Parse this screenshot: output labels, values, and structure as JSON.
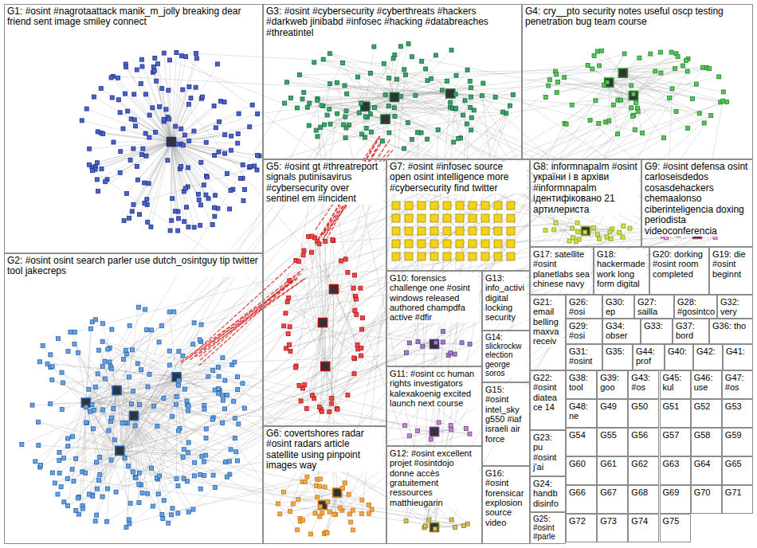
{
  "diagram": {
    "nodes": [
      {
        "text": [
          "G1: #osint #nagrotaattack manik_m_jolly breaking dear friend sent image smiley connect"
        ]
      },
      {
        "text": [
          "G2: #osint osint search parler use dutch_osintguy tip twitter tool jakecreps"
        ]
      },
      {
        "text": [
          "G3: #osint #cybersecurity #cyberthreats #hackers #darkweb jinibabd #infosec #hacking #databreaches #threatintel"
        ]
      },
      {
        "text": [
          "G4: cry__pto security notes useful oscp testing penetration bug team course"
        ]
      },
      {
        "text": [
          "G5: #osint gt #threatreport signals putinisavirus #cybersecurity over sentinel em #incident"
        ]
      },
      {
        "text": [
          "G6: covertshores radar #osint radars article satellite using pinpoint images way"
        ]
      },
      {
        "text": [
          "G7: #osint #infosec source open osint intelligence more #cybersecurity find twitter"
        ]
      },
      {
        "text": [
          "G8: informnapalm #osint україни і в архіви #informnapalm ідентифіковано 21 артилериста"
        ]
      },
      {
        "text": [
          "G9: #osint defensa osint carloseisdedos cosasdehackers chemaalonso ciberinteligencia doxing periodista videoconferencia"
        ]
      },
      {
        "text": [
          "G10: forensics challenge one #osint windows released authored champdfa active #dfir"
        ]
      },
      {
        "text": [
          "G11: #osint cc human rights investigators kalexakoenig excited launch next course"
        ]
      },
      {
        "text": [
          "G12: #osint excellent projet #osintdojo donne accès gratuitement ressources matthieugarin"
        ]
      },
      {
        "text": [
          "G13: info_activi digital locking security"
        ]
      },
      {
        "text": [
          "G14: slickrockw election george soros"
        ]
      },
      {
        "text": [
          "G15: #osint intel_sky g550 #iaf israeli air force"
        ]
      },
      {
        "text": [
          "G16: #osint forensicar explosion source video"
        ]
      },
      {
        "text": [
          "G17: satellite #osint planetlabs sea chinese navy"
        ]
      },
      {
        "text": [
          "G18: hackermade work long form digital"
        ]
      },
      {
        "text": [
          "G19: die #osint beginnt"
        ]
      },
      {
        "text": [
          "G20: dorking #osint room completed"
        ]
      },
      {
        "text": [
          "G21: email belling maxva receiv"
        ]
      },
      {
        "text": [
          "G22: #osint diatea ce 14"
        ]
      },
      {
        "text": [
          "G23: pu #osint j'ai"
        ]
      },
      {
        "text": [
          "G24: handb disinfo"
        ]
      },
      {
        "text": [
          "G25: #osint #parle"
        ]
      },
      {
        "text": [
          "G26: #osi"
        ]
      },
      {
        "text": [
          "G27: sailla"
        ]
      },
      {
        "text": [
          "G28: #gosintco"
        ]
      },
      {
        "text": [
          "G29: #osi"
        ]
      },
      {
        "text": [
          "G30: ep"
        ]
      },
      {
        "text": [
          "G31: #osint"
        ]
      },
      {
        "text": [
          "G32: very"
        ]
      },
      {
        "text": [
          "G33:"
        ]
      },
      {
        "text": [
          "G34: obser"
        ]
      },
      {
        "text": [
          "G35:"
        ]
      },
      {
        "text": [
          "G36: tho"
        ]
      },
      {
        "text": [
          "G37: bord"
        ]
      },
      {
        "text": [
          "G38: tool"
        ]
      },
      {
        "text": [
          "G39: goo"
        ]
      },
      {
        "text": [
          "G40:"
        ]
      },
      {
        "text": [
          "G41:"
        ]
      },
      {
        "text": [
          "G42:"
        ]
      },
      {
        "text": [
          "G43: #os"
        ]
      },
      {
        "text": [
          "G44: prof"
        ]
      },
      {
        "text": [
          "G45: kul"
        ]
      },
      {
        "text": [
          "G46: use"
        ]
      },
      {
        "text": [
          "G47: #os"
        ]
      },
      {
        "text": [
          "G48: ne"
        ]
      },
      {
        "text": [
          "G49"
        ]
      },
      {
        "text": [
          "G50"
        ]
      },
      {
        "text": [
          "G51"
        ]
      },
      {
        "text": [
          "G52"
        ]
      },
      {
        "text": [
          "G53"
        ]
      },
      {
        "text": [
          "G54"
        ]
      },
      {
        "text": [
          "G55"
        ]
      },
      {
        "text": [
          "G56"
        ]
      },
      {
        "text": [
          "G57"
        ]
      },
      {
        "text": [
          "G58"
        ]
      },
      {
        "text": [
          "G59"
        ]
      },
      {
        "text": [
          "G60"
        ]
      },
      {
        "text": [
          "G61"
        ]
      },
      {
        "text": [
          "G62"
        ]
      },
      {
        "text": [
          "G63"
        ]
      },
      {
        "text": [
          "G64"
        ]
      },
      {
        "text": [
          "G65"
        ]
      },
      {
        "text": [
          "G66"
        ]
      },
      {
        "text": [
          "G67"
        ]
      },
      {
        "text": [
          "G68"
        ]
      },
      {
        "text": [
          "G69"
        ]
      },
      {
        "text": [
          "G70"
        ]
      },
      {
        "text": [
          "G71"
        ]
      },
      {
        "text": [
          "G72"
        ]
      },
      {
        "text": [
          "G73"
        ]
      },
      {
        "text": [
          "G74"
        ]
      },
      {
        "text": [
          "G75"
        ]
      }
    ]
  }
}
